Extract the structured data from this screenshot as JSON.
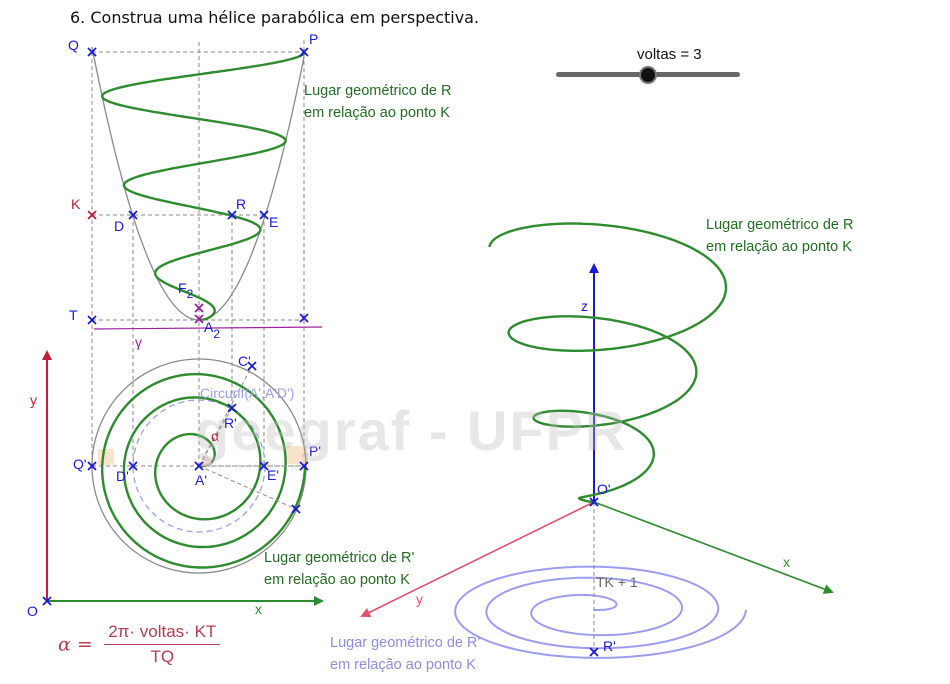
{
  "title": "6. Construa uma hélice parabólica em perspectiva.",
  "slider": {
    "label": "voltas = 3",
    "value": 3,
    "min": 0,
    "max": 6
  },
  "watermark": "geegraf - UFPR",
  "notes": {
    "locus_R_1": [
      "Lugar geométrico de R",
      "em relação ao ponto K"
    ],
    "locus_R_2": [
      "Lugar geométrico de R",
      "em relação ao ponto K"
    ],
    "locus_Rp_1": [
      "Lugar geométrico de R'",
      "em relação ao ponto K"
    ],
    "locus_Rp_2": [
      "Lugar geométrico de R'",
      "em relação ao ponto K"
    ]
  },
  "formula": {
    "lhs": "α =",
    "numerator": "2π· voltas· KT",
    "denominator": "TQ"
  },
  "point_labels": {
    "Q": "Q",
    "P": "P",
    "K": "K",
    "D": "D",
    "R": "R",
    "E": "E",
    "F2": "F",
    "F2_sub": "2",
    "T": "T",
    "A2": "A",
    "A2_sub": "2",
    "gamma": "γ",
    "Cp": "C'",
    "circ": "Circunf(A',A'D')",
    "Rp": "R'",
    "alpha": "α",
    "Qp": "Q'",
    "Dp": "D'",
    "Ap": "A'",
    "Ep": "E'",
    "Pp": "P'",
    "y2d": "y",
    "x2d": "x",
    "O": "O",
    "z3d": "z",
    "x3d": "x",
    "y3d": "y",
    "Op3d": "O'",
    "TK1": "TK + 1",
    "Rp3d": "R'"
  },
  "colors": {
    "green": "#2e8b2e",
    "blue": "#1a1ad6",
    "crimson": "#c41e3a",
    "purple": "#a020a0",
    "lavender": "#9d9df0",
    "gray": "#8a8a8a",
    "axis_green": "#2e8b2e"
  }
}
